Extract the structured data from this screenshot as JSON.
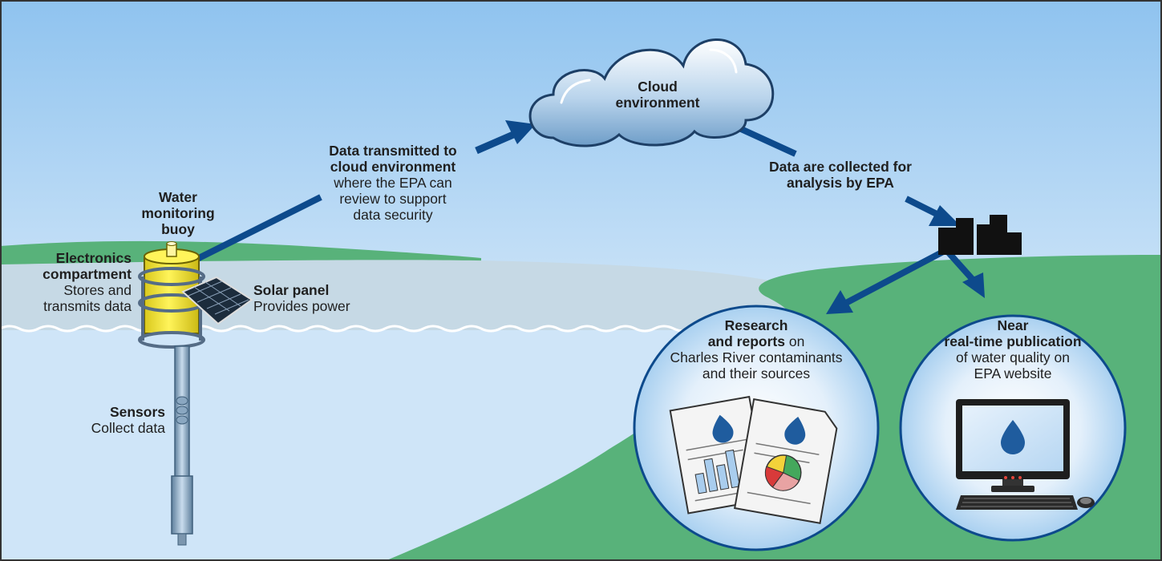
{
  "colors": {
    "sky_top": "#8fc3ef",
    "sky_bottom": "#ffffff",
    "land": "#58b27a",
    "water": "#cfe5f8",
    "arrow": "#0d4a8c",
    "buoy_yellow": "#f1e632"
  },
  "labels": {
    "cloud": {
      "line1": "Cloud",
      "line2": "environment"
    },
    "transmit": {
      "bold1": "Data transmitted to",
      "bold2": "cloud environment",
      "line3": "where the EPA can",
      "line4": "review to support",
      "line5": "data security"
    },
    "collected": {
      "line1": "Data are collected for",
      "line2": "analysis by EPA"
    },
    "buoy": {
      "line1": "Water",
      "line2": "monitoring",
      "line3": "buoy"
    },
    "electronics": {
      "bold1": "Electronics",
      "bold2": "compartment",
      "line3": "Stores and",
      "line4": "transmits data"
    },
    "solar": {
      "bold": "Solar panel",
      "desc": "Provides power"
    },
    "sensors": {
      "bold": "Sensors",
      "desc": "Collect data"
    },
    "research": {
      "bold1": "Research",
      "bold2": "and reports",
      "after_bold": " on",
      "line3": "Charles River contaminants",
      "line4": "and their sources"
    },
    "publication": {
      "bold1": "Near",
      "bold2": "real-time publication",
      "line3": "of water quality on",
      "line4": "EPA website"
    }
  },
  "icons": {
    "cloud": "cloud-icon",
    "building": "epa-building-icon",
    "reports": "report-documents-icon",
    "computer": "desktop-computer-icon",
    "buoy": "buoy-icon",
    "water_drop": "water-drop-icon"
  }
}
